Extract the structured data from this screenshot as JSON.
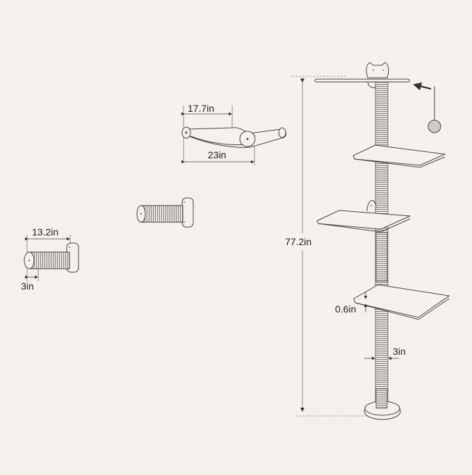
{
  "diagram": {
    "subject": "Floor-to-ceiling cat tree with wall-mounted accessories",
    "background": "#f4f1ed",
    "line_color": "#444444",
    "components": [
      {
        "id": "hammock",
        "name": "Wall-mounted hammock bed",
        "dimensions": {
          "inner_width": "17.7in",
          "overall_width": "23in"
        }
      },
      {
        "id": "scratch-post-wall",
        "name": "Wall-mounted scratching post",
        "dimensions": {}
      },
      {
        "id": "scratch-post-step",
        "name": "Wall-mounted scratching step",
        "dimensions": {
          "length": "13.2in",
          "diameter": "3in"
        }
      },
      {
        "id": "cat-tree",
        "name": "Floor-to-ceiling cat tree",
        "dimensions": {
          "height": "77.2in",
          "platform_thickness": "0.6in",
          "post_diameter": "3in"
        }
      }
    ]
  },
  "labels": {
    "hammock_inner": "17.7in",
    "hammock_overall": "23in",
    "step_length": "13.2in",
    "step_diameter": "3in",
    "tree_height": "77.2in",
    "platform_thickness": "0.6in",
    "post_diameter": "3in"
  }
}
